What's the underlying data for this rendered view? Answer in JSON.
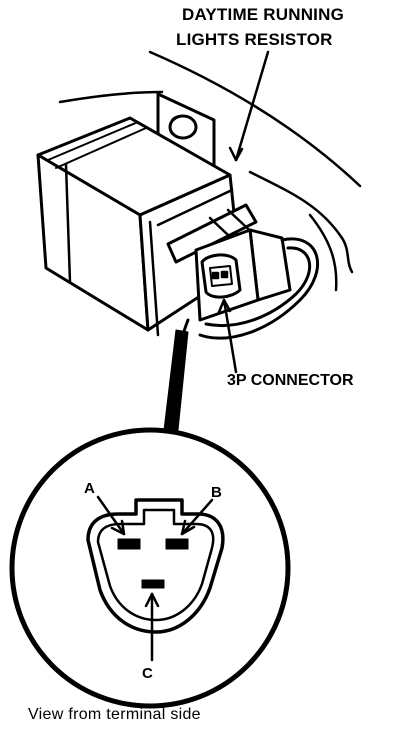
{
  "labels": {
    "resistor_line1": "DAYTIME RUNNING",
    "resistor_line2": "LIGHTS RESISTOR",
    "connector": "3P CONNECTOR",
    "terminal_a": "A",
    "terminal_b": "B",
    "terminal_c": "C",
    "caption": "View from terminal side"
  },
  "colors": {
    "ink": "#000000",
    "paper": "#ffffff"
  }
}
